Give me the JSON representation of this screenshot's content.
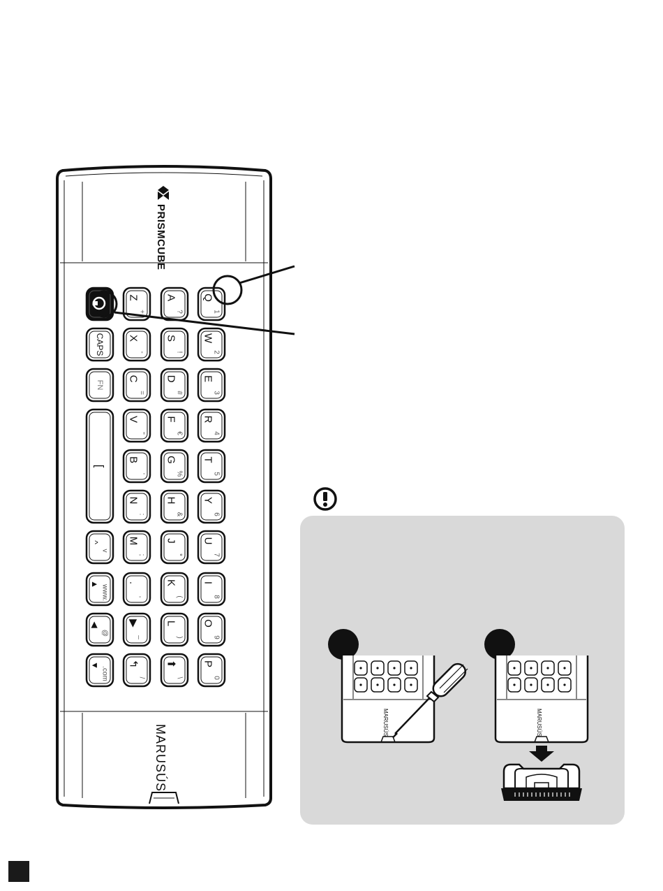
{
  "remote": {
    "brand": "PRISMCUBE",
    "model": "MARUSÚS",
    "left_keys": [
      {
        "main": "",
        "sub": "",
        "id": "power"
      },
      {
        "main": "CAPS",
        "sub": "",
        "id": "caps"
      },
      {
        "main": "FN",
        "sub": "",
        "id": "fn"
      },
      {
        "main": "[",
        "sub": "",
        "id": "space"
      },
      {
        "main": "^",
        "sub": "v",
        "id": "up-down"
      },
      {
        "main": "▲",
        "sub": "www.",
        "id": "nav-up"
      },
      {
        "main": "◀",
        "sub": "@",
        "id": "nav-left"
      },
      {
        "main": "▼",
        "sub": ".com",
        "id": "nav-down"
      }
    ],
    "key_columns": [
      [
        {
          "main": "Z",
          "sub": "+"
        },
        {
          "main": "X",
          "sub": "-"
        },
        {
          "main": "C",
          "sub": "="
        },
        {
          "main": "V",
          "sub": "\""
        },
        {
          "main": "B",
          "sub": "'"
        },
        {
          "main": "N",
          "sub": ":"
        },
        {
          "main": "M",
          "sub": ";"
        },
        {
          "main": ".",
          "sub": ","
        },
        {
          "main": "▶",
          "sub": "_"
        },
        {
          "main": "↰",
          "sub": "/"
        }
      ],
      [
        {
          "main": "A",
          "sub": "?"
        },
        {
          "main": "S",
          "sub": "!"
        },
        {
          "main": "D",
          "sub": "#"
        },
        {
          "main": "F",
          "sub": "€"
        },
        {
          "main": "G",
          "sub": "%"
        },
        {
          "main": "H",
          "sub": "&"
        },
        {
          "main": "J",
          "sub": "*"
        },
        {
          "main": "K",
          "sub": "("
        },
        {
          "main": "L",
          "sub": ")"
        },
        {
          "main": "⬆",
          "sub": "\\"
        }
      ],
      [
        {
          "main": "Q",
          "sub": "1"
        },
        {
          "main": "W",
          "sub": "2"
        },
        {
          "main": "E",
          "sub": "3"
        },
        {
          "main": "R",
          "sub": "4"
        },
        {
          "main": "T",
          "sub": "5"
        },
        {
          "main": "Y",
          "sub": "6"
        },
        {
          "main": "U",
          "sub": "7"
        },
        {
          "main": "I",
          "sub": "8"
        },
        {
          "main": "O",
          "sub": "9"
        },
        {
          "main": "P",
          "sub": "0"
        }
      ]
    ]
  },
  "notice": {
    "icon": "exclamation-circle-icon",
    "panel_color": "#d9d9d9",
    "step_markers": [
      "",
      ""
    ],
    "thumb_model": "MARUSÚS"
  }
}
